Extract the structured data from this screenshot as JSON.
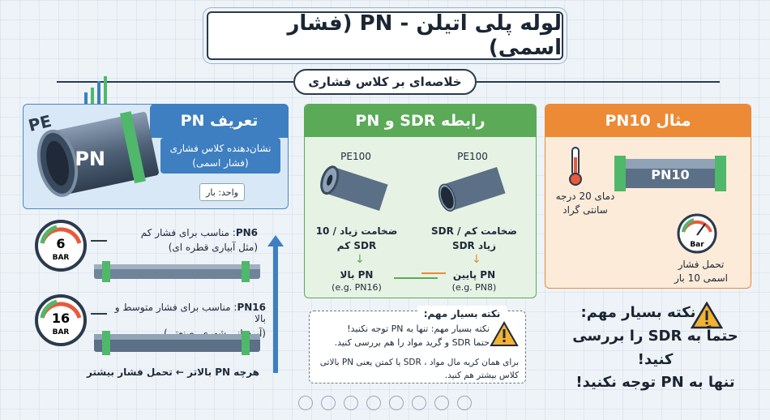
{
  "title": "لوله پلی اتیلن - PN (فشار اسمی)",
  "subtitle": "خلاصه‌ای بر کلاس فشاری",
  "definition": {
    "heading": "تعریف PN",
    "pipe_label": "PN",
    "pe_label": "PE",
    "desc": "نشان‌دهنده کلاس فشاری (فشار اسمی)",
    "unit": "واحد: بار"
  },
  "classes": {
    "pn6": {
      "gauge_value": "6",
      "gauge_unit": "BAR",
      "label": "PN6",
      "desc": ": مناسب برای فشار کم",
      "example": "(مثل آبیاری قطره ای)"
    },
    "pn16": {
      "gauge_value": "16",
      "gauge_unit": "BAR",
      "label": "PN16",
      "desc": ": مناسب برای فشار متوسط و بالا",
      "example": "(آبرسانی شهری، صنعتی)"
    },
    "summary": "هرچه PN بالاتر ← تحمل فشار بیشتر"
  },
  "sdr": {
    "heading": "رابطه SDR و PN",
    "left_material": "PE100",
    "right_material": "PE100",
    "left_desc": "ضخامت زیاد / 10 SDR کم",
    "right_desc": "ضخامت کم / SDR زیاد SDR",
    "left_result": "PN بالا",
    "left_example": "(e.g. PN16)",
    "right_result": "PN پایین",
    "right_example": "(e.g. PN8)"
  },
  "note": {
    "tag": "نکته بسیار مهم:",
    "line1": "نکته بسیار مهم: تنها به PN توجه نکنید!",
    "line2": "حتما SDR و گرید مواد را هم بررسی کنید.",
    "line3": "برای همان کریه مال مواد ، SDR یا کمتن یعنی PN بالاتی کلاس بیشتر هم کنید."
  },
  "example": {
    "heading": "مثال PN10",
    "pipe_label": "PN10",
    "temp": "دمای 20 درجه سانتی گراد",
    "gauge_unit": "Bar",
    "pressure": "تحمل فشار اسمی 10 بار"
  },
  "big_note": {
    "line1": "نکته بسیار مهم:",
    "line2": "حتماً به SDR را بررسی کنید!",
    "line3": "تنها به PN توجه نکنید!"
  },
  "colors": {
    "blue": "#3d7fc1",
    "green": "#5aaa58",
    "orange": "#ec8a35",
    "dark": "#2b3a4d"
  }
}
